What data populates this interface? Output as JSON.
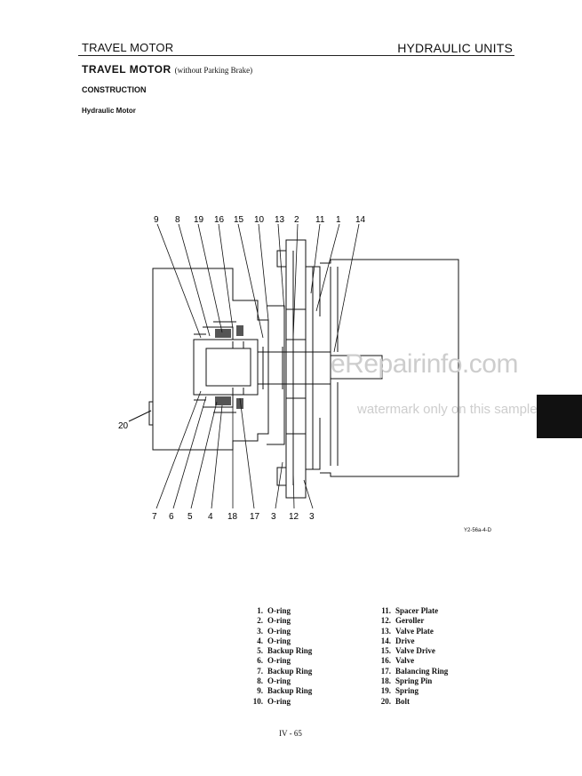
{
  "header": {
    "left": "TRAVEL MOTOR",
    "right": "HYDRAULIC UNITS"
  },
  "title": {
    "main": "TRAVEL MOTOR",
    "sub": "(without Parking Brake)"
  },
  "sections": {
    "construction": "CONSTRUCTION",
    "hydraulic_motor": "Hydraulic Motor"
  },
  "callouts_top": [
    "9",
    "8",
    "19",
    "16",
    "15",
    "10",
    "13",
    "2",
    "11",
    "1",
    "14"
  ],
  "callouts_bottom": [
    "7",
    "6",
    "5",
    "4",
    "18",
    "17",
    "3",
    "12",
    "3"
  ],
  "callout_left": "20",
  "figure_code": "Y2-56a-4-D",
  "watermark": {
    "line1": "eRepairinfo.com",
    "line2": "watermark only on this sample"
  },
  "parts_left": [
    {
      "num": "1.",
      "name": "O-ring"
    },
    {
      "num": "2.",
      "name": "O-ring"
    },
    {
      "num": "3.",
      "name": "O-ring"
    },
    {
      "num": "4.",
      "name": "O-ring"
    },
    {
      "num": "5.",
      "name": "Backup Ring"
    },
    {
      "num": "6.",
      "name": "O-ring"
    },
    {
      "num": "7.",
      "name": "Backup Ring"
    },
    {
      "num": "8.",
      "name": "O-ring"
    },
    {
      "num": "9.",
      "name": "Backup Ring"
    },
    {
      "num": "10.",
      "name": "O-ring"
    }
  ],
  "parts_right": [
    {
      "num": "11.",
      "name": "Spacer Plate"
    },
    {
      "num": "12.",
      "name": "Geroller"
    },
    {
      "num": "13.",
      "name": "Valve Plate"
    },
    {
      "num": "14.",
      "name": "Drive"
    },
    {
      "num": "15.",
      "name": "Valve Drive"
    },
    {
      "num": "16.",
      "name": "Valve"
    },
    {
      "num": "17.",
      "name": "Balancing Ring"
    },
    {
      "num": "18.",
      "name": "Spring Pin"
    },
    {
      "num": "19.",
      "name": "Spring"
    },
    {
      "num": "20.",
      "name": "Bolt"
    }
  ],
  "page_number": "IV - 65"
}
